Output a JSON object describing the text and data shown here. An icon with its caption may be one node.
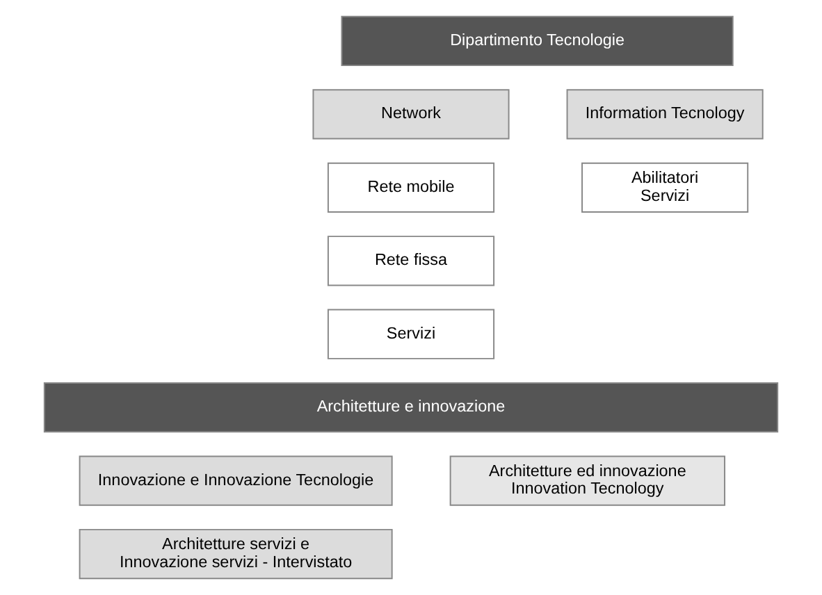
{
  "diagram": {
    "nodes": [
      {
        "text": [
          "Dipartimento Tecnologie"
        ]
      },
      {
        "text": [
          "Network"
        ]
      },
      {
        "text": [
          "Information Tecnology"
        ]
      },
      {
        "text": [
          "Rete mobile"
        ]
      },
      {
        "text": [
          "Rete fissa"
        ]
      },
      {
        "text": [
          "Servizi"
        ]
      },
      {
        "text": [
          "Abilitatori Servizi"
        ]
      },
      {
        "text": [
          "Architetture e innovazione"
        ]
      },
      {
        "text": [
          "Innovazione e Innovazione Tecnologie"
        ]
      },
      {
        "text": [
          "Architetture servizi e Innovazione servizi - Intervistato"
        ]
      },
      {
        "text": [
          "Architetture ed innovazione Innovation Tecnology"
        ]
      }
    ]
  }
}
